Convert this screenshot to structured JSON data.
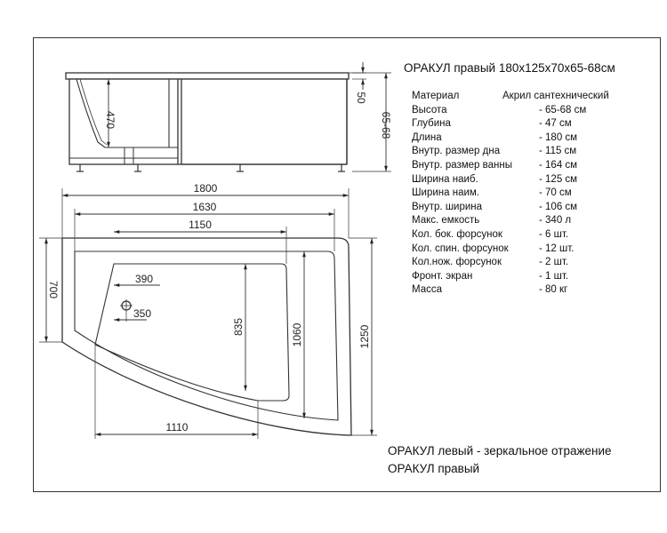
{
  "title": "ОРАКУЛ правый  180x125x70x65-68см",
  "specs": [
    {
      "label": "Материал",
      "value": "Акрил сантехнический"
    },
    {
      "label": "Высота",
      "value": "- 65-68 см"
    },
    {
      "label": "Глубина",
      "value": "- 47 см"
    },
    {
      "label": "Длина",
      "value": "- 180 см"
    },
    {
      "label": "Внутр. размер дна",
      "value": "- 115 см"
    },
    {
      "label": "Внутр. размер ванны",
      "value": "- 164 см"
    },
    {
      "label": "Ширина наиб.",
      "value": "- 125 см"
    },
    {
      "label": "Ширина наим.",
      "value": "- 70 см"
    },
    {
      "label": "Внутр. ширина",
      "value": "- 106 см"
    },
    {
      "label": "Макс. емкость",
      "value": "- 340 л"
    },
    {
      "label": "Кол. бок. форсунок",
      "value": "- 6 шт."
    },
    {
      "label": "Кол. спин. форсунок",
      "value": "- 12 шт."
    },
    {
      "label": "Кол.нож. форсунок",
      "value": "- 2 шт."
    },
    {
      "label": "Фронт. экран",
      "value": "- 1 шт."
    },
    {
      "label": "Масса",
      "value": "- 80 кг"
    }
  ],
  "footer": {
    "line1": "ОРАКУЛ левый - зеркальное отражение",
    "line2": "ОРАКУЛ правый"
  },
  "dimensions": {
    "d470": "470",
    "d50": "50",
    "d6568": "65-68",
    "d1800": "1800",
    "d1630": "1630",
    "d1150": "1150",
    "d390": "390",
    "d350": "350",
    "d700": "700",
    "d835": "835",
    "d1060": "1060",
    "d1250": "1250",
    "d1110": "1110"
  }
}
